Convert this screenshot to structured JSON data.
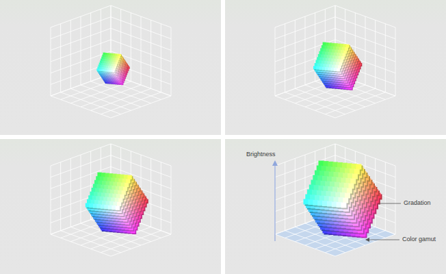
{
  "diagram": {
    "labels": [
      "Brightness",
      "Gradation",
      "Color gamut"
    ]
  }
}
